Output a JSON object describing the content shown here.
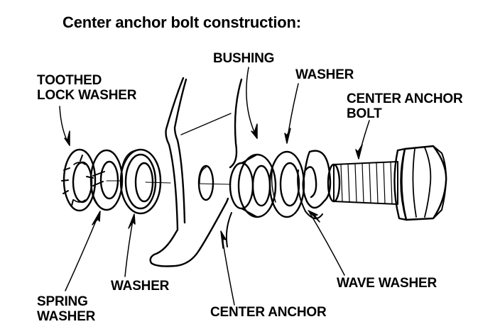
{
  "title": "Center anchor bolt construction:",
  "labels": {
    "toothed_lock_washer": [
      "TOOTHED",
      "LOCK WASHER"
    ],
    "bushing": "BUSHING",
    "washer_top": "WASHER",
    "center_anchor_bolt": [
      "CENTER ANCHOR",
      "BOLT"
    ],
    "spring_washer": [
      "SPRING",
      "WASHER"
    ],
    "washer_bottom": "WASHER",
    "wave_washer": "WAVE WASHER",
    "center_anchor": "CENTER ANCHOR"
  },
  "colors": {
    "line": "#000000",
    "background": "#ffffff"
  }
}
